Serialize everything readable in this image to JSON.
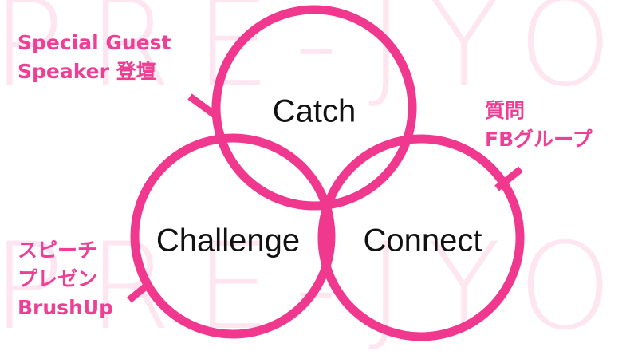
{
  "watermark": {
    "top": "PRE-JYO",
    "bottom": "PRE-JYO"
  },
  "circles": {
    "catch": "Catch",
    "challenge": "Challenge",
    "connect": "Connect"
  },
  "notes": {
    "top_left": [
      "Special Guest",
      "Speaker 登壇"
    ],
    "right": [
      "質問",
      "FBグループ"
    ],
    "bottom_left": [
      "スピーチ",
      "プレゼン",
      "BrushUp"
    ]
  },
  "colors": {
    "accent": "#f0388f",
    "note_text": "#ee3f94",
    "label_text": "#111111",
    "watermark": "#fde6f0",
    "background": "#ffffff"
  }
}
